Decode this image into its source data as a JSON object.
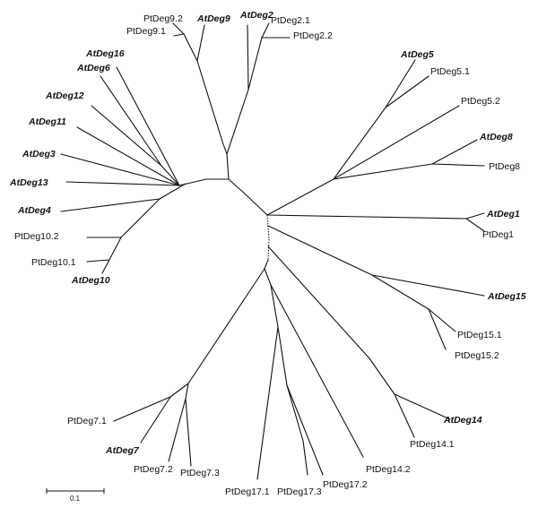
{
  "tree": {
    "leaves": {
      "PtDeg9_2": "PtDeg9.2",
      "PtDeg9_1": "PtDeg9.1",
      "AtDeg9": "AtDeg9",
      "AtDeg2": "AtDeg2",
      "PtDeg2_1": "PtDeg2.1",
      "PtDeg2_2": "PtDeg2.2",
      "AtDeg16": "AtDeg16",
      "AtDeg6": "AtDeg6",
      "AtDeg12": "AtDeg12",
      "AtDeg11": "AtDeg11",
      "AtDeg3": "AtDeg3",
      "AtDeg13": "AtDeg13",
      "AtDeg4": "AtDeg4",
      "PtDeg10_2": "PtDeg10.2",
      "PtDeg10_1": "PtDeg10.1",
      "AtDeg10": "AtDeg10",
      "AtDeg5": "AtDeg5",
      "PtDeg5_1": "PtDeg5.1",
      "PtDeg5_2": "PtDeg5.2",
      "AtDeg8": "AtDeg8",
      "PtDeg8": "PtDeg8",
      "AtDeg1": "AtDeg1",
      "PtDeg1": "PtDeg1",
      "AtDeg15": "AtDeg15",
      "PtDeg15_1": "PtDeg15.1",
      "PtDeg15_2": "PtDeg15.2",
      "AtDeg14": "AtDeg14",
      "PtDeg14_1": "PtDeg14.1",
      "PtDeg14_2": "PtDeg14.2",
      "PtDeg17_2": "PtDeg17.2",
      "PtDeg17_3": "PtDeg17.3",
      "PtDeg17_1": "PtDeg17.1",
      "PtDeg7_1": "PtDeg7.1",
      "AtDeg7": "AtDeg7",
      "PtDeg7_2": "PtDeg7.2",
      "PtDeg7_3": "PtDeg7.3"
    },
    "scale_bar": {
      "label": "0.1"
    },
    "colors": {
      "line": "#111111",
      "background": "#ffffff"
    }
  }
}
